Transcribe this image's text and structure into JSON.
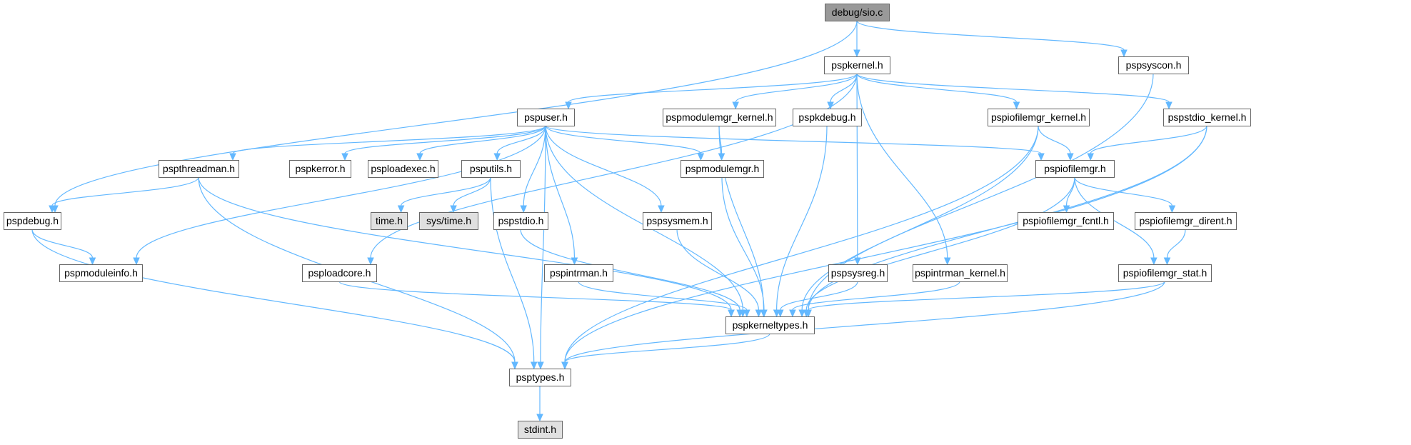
{
  "colors": {
    "root_fill": "#999999",
    "node_fill": "#ffffff",
    "external_fill": "#e0e0e0",
    "border": "#666666",
    "edge": "#63b8ff"
  },
  "nodes": [
    {
      "id": "sio",
      "label": "debug/sio.c",
      "kind": "root"
    },
    {
      "id": "pspkernel",
      "label": "pspkernel.h",
      "kind": "file"
    },
    {
      "id": "pspsyscon",
      "label": "pspsyscon.h",
      "kind": "file"
    },
    {
      "id": "pspuser",
      "label": "pspuser.h",
      "kind": "file"
    },
    {
      "id": "pspmodulemgr_kernel",
      "label": "pspmodulemgr_kernel.h",
      "kind": "file"
    },
    {
      "id": "pspkdebug",
      "label": "pspkdebug.h",
      "kind": "file"
    },
    {
      "id": "pspiofilemgr_kernel",
      "label": "pspiofilemgr_kernel.h",
      "kind": "file"
    },
    {
      "id": "pspstdio_kernel",
      "label": "pspstdio_kernel.h",
      "kind": "file"
    },
    {
      "id": "pspthreadman",
      "label": "pspthreadman.h",
      "kind": "file"
    },
    {
      "id": "pspkerror",
      "label": "pspkerror.h",
      "kind": "file"
    },
    {
      "id": "psploadexec",
      "label": "psploadexec.h",
      "kind": "file"
    },
    {
      "id": "psputils",
      "label": "psputils.h",
      "kind": "file"
    },
    {
      "id": "pspmodulemgr",
      "label": "pspmodulemgr.h",
      "kind": "file"
    },
    {
      "id": "pspiofilemgr",
      "label": "pspiofilemgr.h",
      "kind": "file"
    },
    {
      "id": "pspdebug",
      "label": "pspdebug.h",
      "kind": "file"
    },
    {
      "id": "time",
      "label": "time.h",
      "kind": "external"
    },
    {
      "id": "systime",
      "label": "sys/time.h",
      "kind": "external"
    },
    {
      "id": "pspstdio",
      "label": "pspstdio.h",
      "kind": "file"
    },
    {
      "id": "pspsysmem",
      "label": "pspsysmem.h",
      "kind": "file"
    },
    {
      "id": "pspiofilemgr_fcntl",
      "label": "pspiofilemgr_fcntl.h",
      "kind": "file"
    },
    {
      "id": "pspiofilemgr_dirent",
      "label": "pspiofilemgr_dirent.h",
      "kind": "file"
    },
    {
      "id": "pspmoduleinfo",
      "label": "pspmoduleinfo.h",
      "kind": "file"
    },
    {
      "id": "psploadcore",
      "label": "psploadcore.h",
      "kind": "file"
    },
    {
      "id": "pspintrman",
      "label": "pspintrman.h",
      "kind": "file"
    },
    {
      "id": "pspsysreg",
      "label": "pspsysreg.h",
      "kind": "file"
    },
    {
      "id": "pspintrman_kernel",
      "label": "pspintrman_kernel.h",
      "kind": "file"
    },
    {
      "id": "pspiofilemgr_stat",
      "label": "pspiofilemgr_stat.h",
      "kind": "file"
    },
    {
      "id": "pspkerneltypes",
      "label": "pspkerneltypes.h",
      "kind": "file"
    },
    {
      "id": "psptypes",
      "label": "psptypes.h",
      "kind": "file"
    },
    {
      "id": "stdint",
      "label": "stdint.h",
      "kind": "external"
    }
  ],
  "edges": [
    [
      "sio",
      "pspkernel"
    ],
    [
      "sio",
      "pspsyscon"
    ],
    [
      "sio",
      "pspdebug"
    ],
    [
      "pspkernel",
      "pspuser"
    ],
    [
      "pspkernel",
      "pspmodulemgr_kernel"
    ],
    [
      "pspkernel",
      "pspkdebug"
    ],
    [
      "pspkernel",
      "pspiofilemgr_kernel"
    ],
    [
      "pspkernel",
      "pspstdio_kernel"
    ],
    [
      "pspkernel",
      "pspsysreg"
    ],
    [
      "pspkernel",
      "pspintrman_kernel"
    ],
    [
      "pspkernel",
      "psploadcore"
    ],
    [
      "pspuser",
      "pspthreadman"
    ],
    [
      "pspuser",
      "pspkerror"
    ],
    [
      "pspuser",
      "psploadexec"
    ],
    [
      "pspuser",
      "psputils"
    ],
    [
      "pspuser",
      "pspstdio"
    ],
    [
      "pspuser",
      "pspintrman"
    ],
    [
      "pspuser",
      "pspsysmem"
    ],
    [
      "pspuser",
      "pspmodulemgr"
    ],
    [
      "pspuser",
      "pspiofilemgr"
    ],
    [
      "pspuser",
      "pspmoduleinfo"
    ],
    [
      "pspuser",
      "pspkerneltypes"
    ],
    [
      "pspuser",
      "psptypes"
    ],
    [
      "pspmodulemgr_kernel",
      "pspmodulemgr"
    ],
    [
      "pspmodulemgr_kernel",
      "pspkerneltypes"
    ],
    [
      "pspkdebug",
      "pspkerneltypes"
    ],
    [
      "pspiofilemgr_kernel",
      "pspiofilemgr"
    ],
    [
      "pspiofilemgr_kernel",
      "pspkerneltypes"
    ],
    [
      "pspiofilemgr_kernel",
      "psptypes"
    ],
    [
      "pspstdio_kernel",
      "pspiofilemgr"
    ],
    [
      "pspstdio_kernel",
      "pspkerneltypes"
    ],
    [
      "pspstdio_kernel",
      "psptypes"
    ],
    [
      "pspsyscon",
      "pspkerneltypes"
    ],
    [
      "pspthreadman",
      "pspdebug"
    ],
    [
      "pspthreadman",
      "pspkerneltypes"
    ],
    [
      "pspthreadman",
      "psptypes"
    ],
    [
      "psputils",
      "time"
    ],
    [
      "psputils",
      "systime"
    ],
    [
      "psputils",
      "psptypes"
    ],
    [
      "pspmodulemgr",
      "pspkerneltypes"
    ],
    [
      "pspiofilemgr",
      "pspiofilemgr_fcntl"
    ],
    [
      "pspiofilemgr",
      "pspiofilemgr_dirent"
    ],
    [
      "pspiofilemgr",
      "pspiofilemgr_stat"
    ],
    [
      "pspiofilemgr",
      "pspkerneltypes"
    ],
    [
      "pspiofilemgr_dirent",
      "pspiofilemgr_stat"
    ],
    [
      "pspdebug",
      "pspmoduleinfo"
    ],
    [
      "pspdebug",
      "psptypes"
    ],
    [
      "pspstdio",
      "pspkerneltypes"
    ],
    [
      "pspsysmem",
      "pspkerneltypes"
    ],
    [
      "psploadcore",
      "pspkerneltypes"
    ],
    [
      "pspintrman",
      "pspkerneltypes"
    ],
    [
      "pspsysreg",
      "pspkerneltypes"
    ],
    [
      "pspintrman_kernel",
      "pspkerneltypes"
    ],
    [
      "pspiofilemgr_stat",
      "pspkerneltypes"
    ],
    [
      "pspiofilemgr_stat",
      "psptypes"
    ],
    [
      "pspkerneltypes",
      "psptypes"
    ],
    [
      "psptypes",
      "stdint"
    ]
  ]
}
